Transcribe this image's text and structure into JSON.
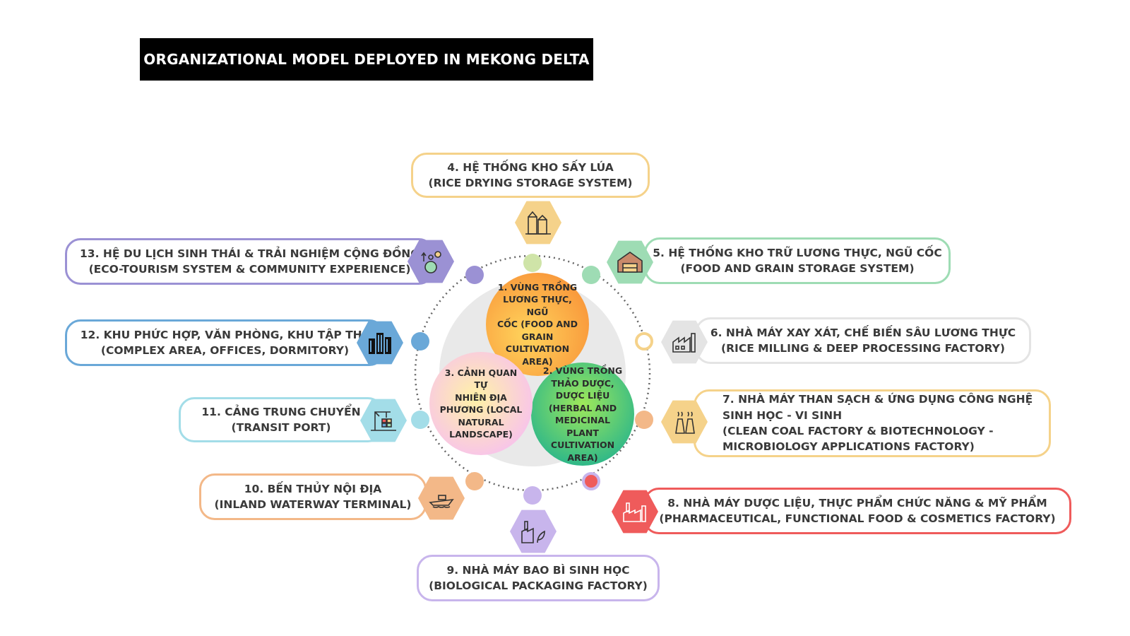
{
  "title": "ORGANIZATIONAL MODEL DEPLOYED IN MEKONG DELTA",
  "core": [
    {
      "id": "c1",
      "lines": [
        "1. VÙNG TRỒNG",
        "LƯƠNG THỰC, NGŨ",
        "CỐC (FOOD AND",
        "GRAIN",
        "CULTIVATION",
        "AREA)"
      ]
    },
    {
      "id": "c2",
      "lines": [
        "2. VÙNG TRỒNG",
        "THẢO DƯỢC,",
        "DƯỢC LIỆU",
        "(HERBAL AND",
        "MEDICINAL PLANT",
        "CULTIVATION",
        "AREA)"
      ]
    },
    {
      "id": "c3",
      "lines": [
        "3. CẢNH QUAN TỰ",
        "NHIÊN ĐỊA",
        "PHƯƠNG (LOCAL",
        "NATURAL",
        "LANDSCAPE)"
      ]
    }
  ],
  "nodes": [
    {
      "id": "n4",
      "lines": [
        "4. HỆ THỐNG KHO SẤY LÚA",
        "(RICE DRYING STORAGE SYSTEM)"
      ],
      "color": "#f5d28a",
      "icon": "silo-icon"
    },
    {
      "id": "n5",
      "lines": [
        "5. HỆ THỐNG KHO TRỮ LƯƠNG THỰC, NGŨ CỐC",
        "(FOOD AND GRAIN STORAGE SYSTEM)"
      ],
      "color": "#9edcb4",
      "icon": "warehouse-icon"
    },
    {
      "id": "n6",
      "lines": [
        "6. NHÀ MÁY XAY XÁT, CHẾ BIẾN SÂU LƯƠNG THỰC",
        "(RICE MILLING & DEEP PROCESSING FACTORY)"
      ],
      "color": "#e4e4e4",
      "icon": "mill-factory-icon"
    },
    {
      "id": "n7",
      "lines": [
        "7. NHÀ MÁY THAN SẠCH & ỨNG DỤNG CÔNG NGHỆ",
        "SINH HỌC - VI SINH",
        "(CLEAN COAL FACTORY & BIOTECHNOLOGY -",
        "MICROBIOLOGY APPLICATIONS FACTORY)"
      ],
      "color": "#f5d28a",
      "icon": "power-plant-icon"
    },
    {
      "id": "n8",
      "lines": [
        "8. NHÀ MÁY DƯỢC LIỆU, THỰC PHẨM CHỨC NĂNG & MỸ PHẨM",
        "(PHARMACEUTICAL, FUNCTIONAL FOOD & COSMETICS FACTORY)"
      ],
      "color": "#ef5b5b",
      "icon": "pharma-factory-icon"
    },
    {
      "id": "n9",
      "lines": [
        "9. NHÀ MÁY BAO BÌ SINH HỌC",
        "(BIOLOGICAL PACKAGING FACTORY)"
      ],
      "color": "#c8b5ec",
      "icon": "eco-factory-icon"
    },
    {
      "id": "n10",
      "lines": [
        "10. BẾN THỦY NỘI ĐỊA",
        "(INLAND WATERWAY TERMINAL)"
      ],
      "color": "#f3b888",
      "icon": "boat-terminal-icon"
    },
    {
      "id": "n11",
      "lines": [
        "11. CẢNG TRUNG CHUYỂN",
        "(TRANSIT PORT)"
      ],
      "color": "#a3dde8",
      "icon": "port-crane-icon"
    },
    {
      "id": "n12",
      "lines": [
        "12. KHU PHỨC HỢP, VĂN PHÒNG, KHU TẬP THỂ",
        "(COMPLEX AREA, OFFICES, DORMITORY)"
      ],
      "color": "#6aa8d8",
      "icon": "office-buildings-icon"
    },
    {
      "id": "n13",
      "lines": [
        "13. HỆ DU LỊCH SINH THÁI & TRẢI NGHIỆM CỘNG ĐỒNG",
        "(ECO-TOURISM SYSTEM & COMMUNITY EXPERIENCE)"
      ],
      "color": "#9b91d4",
      "icon": "eco-tourism-icon"
    }
  ],
  "dot_colors": [
    "#cfe4a8",
    "#9edcb4",
    "#f5d28a",
    "#f3b888",
    "#ef5b5b",
    "#c8b5ec",
    "#f3b888",
    "#a3dde8",
    "#6aa8d8",
    "#9b91d4"
  ]
}
